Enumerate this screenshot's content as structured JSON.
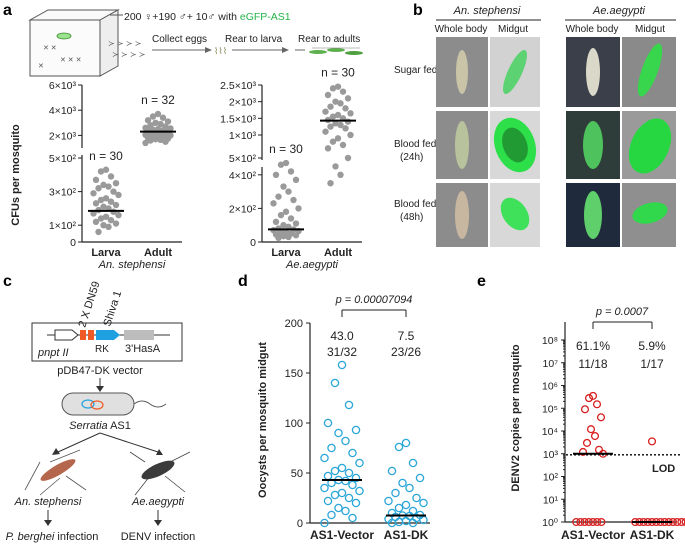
{
  "panel_labels": {
    "a": "a",
    "b": "b",
    "c": "c",
    "d": "d",
    "e": "e"
  },
  "panel_a": {
    "schematic": {
      "counts_prefix": "200 ♀+190 ♂+ 10♂ with ",
      "strain": "eGFP-AS1",
      "step1": "Collect eggs",
      "step2": "Rear to larva",
      "step3": "Rear to adults"
    },
    "ylabel": "CFUs per mosquito",
    "left_species": "An. stephensi",
    "right_species": "Ae.aegypti"
  },
  "panel_b": {
    "species": [
      "An. stephensi",
      "Ae.aegypti"
    ],
    "columns": [
      "Whole body",
      "Midgut",
      "Whole body",
      "Midgut"
    ],
    "rows": [
      [
        "Sugar fed"
      ],
      [
        "Blood fed",
        "(24h)"
      ],
      [
        "Blood fed",
        "(48h)"
      ]
    ]
  },
  "panel_c": {
    "promoter": "pnpt II",
    "dn59": "2 X DN59",
    "shiva": "Shiva 1",
    "rk": "RK",
    "hasa": "3'HasA",
    "vector": "pDB47-DK vector",
    "bacterium": "Serratia",
    "bacterium_strain": " AS1",
    "mosq_left": "An. stephensi",
    "mosq_right": "Ae.aegypti",
    "infection_left_species": "P. berghei",
    "infection_left_suffix": " infection",
    "infection_right": "DENV infection"
  },
  "chart_data": [
    {
      "type": "scatter",
      "panel": "a-left",
      "ylabel": "CFUs per mosquito",
      "xlabel": "An. stephensi",
      "categories": [
        "Larva",
        "Adult"
      ],
      "annotations": [
        "n = 30",
        "n = 32"
      ],
      "broken_axis": true,
      "lower_segment": {
        "ylim": [
          0,
          500
        ],
        "ticks": [
          "0",
          "1×10²",
          "3×10²",
          "5×10²"
        ],
        "tick_values": [
          0,
          100,
          300,
          500
        ]
      },
      "upper_segment": {
        "ylim": [
          1000,
          6000
        ],
        "ticks": [
          "2×10³",
          "4×10³",
          "6×10³"
        ],
        "tick_values": [
          2000,
          4000,
          6000
        ]
      },
      "series": [
        {
          "category": "Larva",
          "median": 185,
          "values": [
            430,
            420,
            390,
            370,
            350,
            340,
            330,
            320,
            300,
            290,
            280,
            260,
            250,
            240,
            230,
            220,
            210,
            200,
            190,
            180,
            170,
            160,
            150,
            140,
            130,
            120,
            110,
            100,
            90,
            60
          ]
        },
        {
          "category": "Adult",
          "median": 2300,
          "values": [
            3700,
            3500,
            3400,
            3200,
            3100,
            3000,
            2900,
            2800,
            2700,
            2600,
            2550,
            2500,
            2450,
            2400,
            2350,
            2300,
            2250,
            2200,
            2150,
            2100,
            2050,
            2000,
            1950,
            1900,
            1850,
            1800,
            1750,
            1700,
            1650,
            1600,
            1500,
            1400
          ]
        }
      ]
    },
    {
      "type": "scatter",
      "panel": "a-right",
      "xlabel": "Ae.aegypti",
      "categories": [
        "Larva",
        "Adult"
      ],
      "annotations": [
        "n = 30",
        "n = 30"
      ],
      "broken_axis": true,
      "lower_segment": {
        "ylim": [
          0,
          500
        ],
        "ticks": [
          "0",
          "2×10²",
          "4×10²"
        ],
        "tick_values": [
          0,
          200,
          400
        ]
      },
      "upper_segment": {
        "ylim": [
          250,
          2500
        ],
        "ticks": [
          "5×10²",
          "1×10³",
          "1.5×10³",
          "2×10³",
          "2.5×10³"
        ],
        "tick_values": [
          500,
          1000,
          1500,
          2000,
          2500
        ]
      },
      "series": [
        {
          "category": "Larva",
          "median": 75,
          "values": [
            470,
            460,
            420,
            400,
            370,
            330,
            300,
            270,
            250,
            230,
            200,
            180,
            160,
            140,
            120,
            110,
            100,
            90,
            80,
            75,
            70,
            65,
            60,
            55,
            50,
            45,
            40,
            35,
            30,
            25
          ]
        },
        {
          "category": "Adult",
          "median": 1430,
          "values": [
            2450,
            2400,
            2300,
            2200,
            2100,
            2000,
            1950,
            1850,
            1800,
            1700,
            1650,
            1600,
            1550,
            1500,
            1450,
            1400,
            1350,
            1300,
            1250,
            1200,
            1100,
            1000,
            900,
            800,
            700,
            600,
            500,
            450,
            400,
            350
          ]
        }
      ]
    },
    {
      "type": "scatter",
      "panel": "d",
      "ylabel": "Oocysts per mosquito midgut",
      "categories": [
        "AS1-Vector",
        "AS1-DK"
      ],
      "ylim": [
        0,
        200
      ],
      "ticks": [
        0,
        50,
        100,
        150,
        200
      ],
      "p_value": "p = 0.00007094",
      "group_stats": [
        [
          "43.0",
          "31/32"
        ],
        [
          "7.5",
          "23/26"
        ]
      ],
      "series": [
        {
          "category": "AS1-Vector",
          "median": 43,
          "values": [
            158,
            140,
            118,
            100,
            93,
            90,
            82,
            75,
            70,
            65,
            60,
            55,
            52,
            50,
            47,
            45,
            43,
            42,
            40,
            38,
            35,
            32,
            30,
            28,
            25,
            22,
            20,
            15,
            12,
            8,
            5,
            0
          ]
        },
        {
          "category": "AS1-DK",
          "median": 7.5,
          "values": [
            80,
            76,
            60,
            52,
            45,
            40,
            35,
            30,
            25,
            22,
            20,
            18,
            15,
            12,
            10,
            8,
            7.5,
            7,
            6,
            5,
            4,
            3,
            2,
            1,
            0,
            0
          ]
        }
      ]
    },
    {
      "type": "scatter",
      "panel": "e",
      "ylabel": "DENV2 copies per mosquito",
      "categories": [
        "AS1-Vector",
        "AS1-DK"
      ],
      "yscale": "log",
      "ylim": [
        1,
        100000000
      ],
      "ticks": [
        "10⁰",
        "10¹",
        "10²",
        "10³",
        "10⁴",
        "10⁵",
        "10⁶",
        "10⁷",
        "10⁸"
      ],
      "tick_values": [
        1,
        10,
        100,
        1000,
        10000,
        100000,
        1000000,
        10000000,
        100000000
      ],
      "lod_label": "LOD",
      "lod_value": 900,
      "p_value": "p = 0.0007",
      "group_stats": [
        [
          "61.1%",
          "11/18"
        ],
        [
          "5.9%",
          "1/17"
        ]
      ],
      "series": [
        {
          "category": "AS1-Vector",
          "median": 1000,
          "values": [
            350000,
            280000,
            150000,
            90000,
            40000,
            12000,
            6000,
            3000,
            1500,
            1200,
            1000,
            1,
            1,
            1,
            1,
            1,
            1,
            1
          ]
        },
        {
          "category": "AS1-DK",
          "median": 1,
          "values": [
            3500,
            1,
            1,
            1,
            1,
            1,
            1,
            1,
            1,
            1,
            1,
            1,
            1,
            1,
            1,
            1,
            1
          ]
        }
      ]
    }
  ]
}
